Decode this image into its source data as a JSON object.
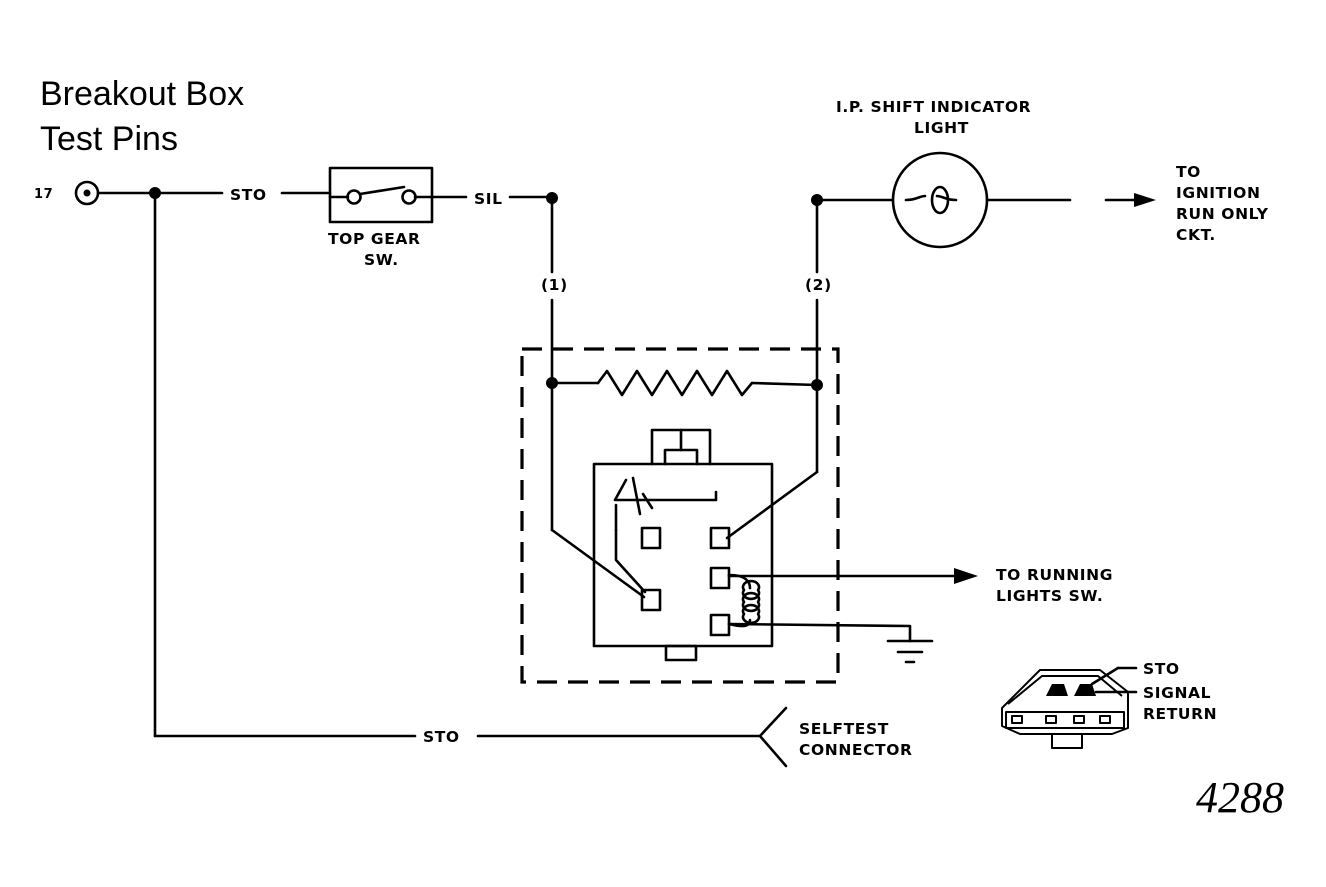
{
  "title_line1": "Breakout Box",
  "title_line2": "Test Pins",
  "pin_number": "17",
  "labels": {
    "sto_top": "STO",
    "top_gear_sw_line1": "TOP GEAR",
    "top_gear_sw_line2": "SW.",
    "sil": "SIL",
    "shift_light_line1": "I.P. SHIFT INDICATOR",
    "shift_light_line2": "LIGHT",
    "to_ignition_line1": "TO",
    "to_ignition_line2": "IGNITION",
    "to_ignition_line3": "RUN ONLY",
    "to_ignition_line4": "CKT.",
    "terminal_1": "(1)",
    "terminal_2": "(2)",
    "to_running_line1": "TO RUNNING",
    "to_running_line2": "LIGHTS SW.",
    "connector_sto": "STO",
    "signal_return_line1": "SIGNAL",
    "signal_return_line2": "RETURN",
    "sto_bottom": "STO",
    "selftest_line1": "SELFTEST",
    "selftest_line2": "CONNECTOR"
  },
  "figure_number": "4288"
}
